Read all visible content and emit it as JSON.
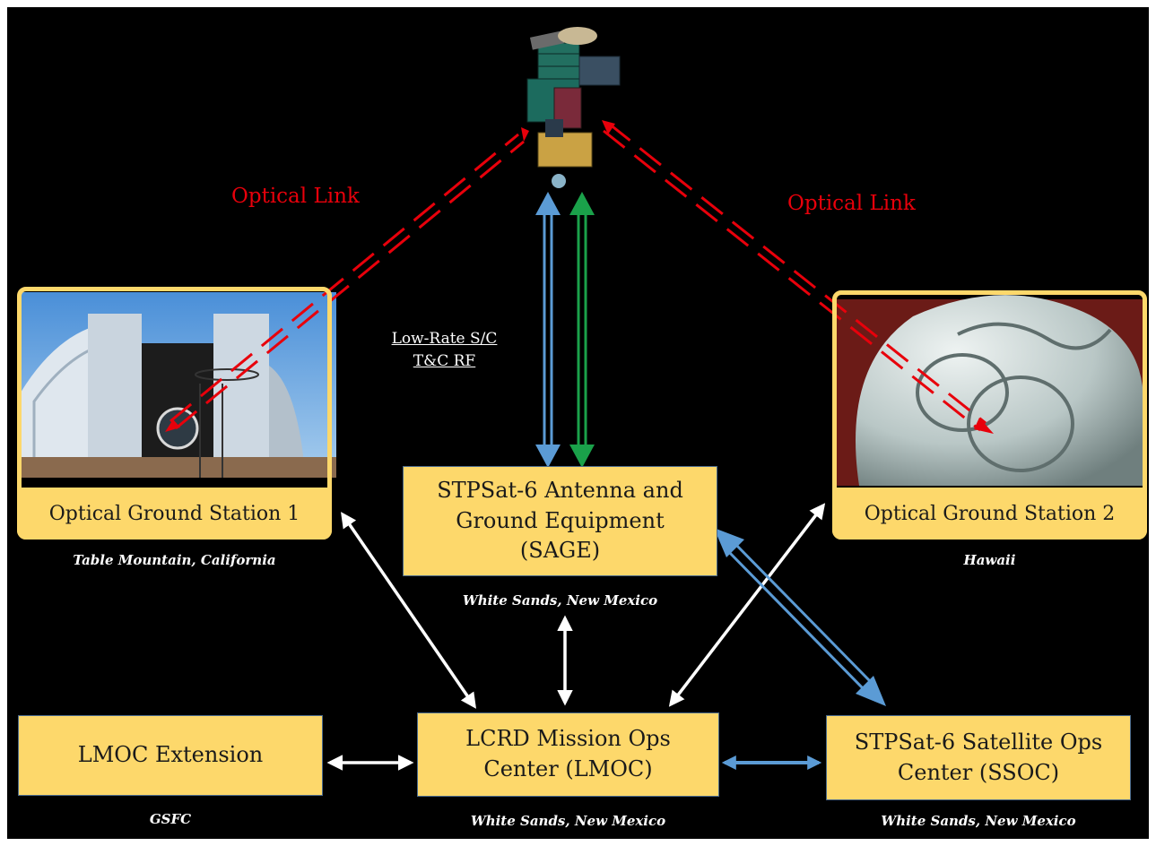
{
  "optical_link_left": "Optical Link",
  "optical_link_right": "Optical Link",
  "rf_label_line1": "Low-Rate S/C",
  "rf_label_line2": "T&C RF",
  "ogs1": {
    "label": "Optical Ground Station 1",
    "location": "Table Mountain, California"
  },
  "ogs2": {
    "label": "Optical Ground Station 2",
    "location": "Hawaii"
  },
  "sage": {
    "label": "STPSat-6 Antenna and\nGround Equipment\n(SAGE)",
    "location": "White Sands, New Mexico"
  },
  "lmoc_ext": {
    "label": "LMOC Extension",
    "location": "GSFC"
  },
  "lmoc": {
    "label": "LCRD Mission Ops\nCenter (LMOC)",
    "location": "White Sands, New Mexico"
  },
  "ssoc": {
    "label": "STPSat-6 Satellite Ops\nCenter (SSOC)",
    "location": "White Sands, New Mexico"
  },
  "colors": {
    "optical": "#e8000b",
    "rf_blue": "#5b9bd5",
    "rf_green": "#1aa14a",
    "box": "#fdd86b",
    "white": "#ffffff"
  }
}
